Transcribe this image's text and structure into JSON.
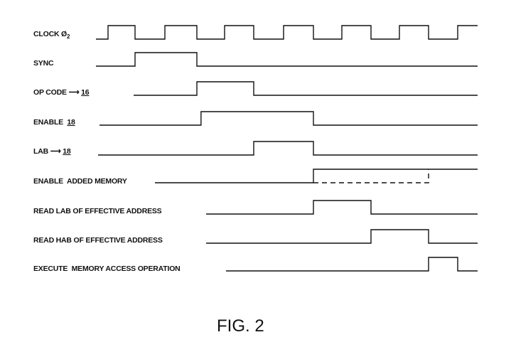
{
  "figure": {
    "caption": "FIG. 2",
    "type": "timing-diagram"
  },
  "time_axis": {
    "description": "Time marked by half-cycles of CLOCK Ø2; edges listed as half-cycle indices",
    "clock_edges": [
      0,
      1,
      2,
      3,
      4,
      5,
      6,
      7,
      8,
      9,
      10,
      11,
      12,
      13
    ]
  },
  "signals": [
    {
      "id": "clock",
      "label_parts": [
        {
          "text": "CLOCK Ø"
        },
        {
          "text": "2",
          "sub": true
        }
      ],
      "start_level": 0,
      "transitions": [
        0,
        1,
        2,
        3,
        4,
        5,
        6,
        7,
        8,
        9,
        10,
        11,
        12
      ],
      "trail_start": -1
    },
    {
      "id": "sync",
      "label_parts": [
        {
          "text": "SYNC"
        }
      ],
      "start_level": 0,
      "transitions": [
        1,
        3
      ]
    },
    {
      "id": "op-code-to-16",
      "label_parts": [
        {
          "text": "OP CODE "
        },
        {
          "text": "⟶",
          "arrow": true
        },
        {
          "text": " "
        },
        {
          "text": "16",
          "ref": true
        }
      ],
      "start_level": 0,
      "transitions": [
        3,
        5
      ]
    },
    {
      "id": "enable-18",
      "label_parts": [
        {
          "text": "ENABLE  "
        },
        {
          "text": "18",
          "ref": true
        }
      ],
      "start_level": 0,
      "transitions": [
        3.15,
        7
      ]
    },
    {
      "id": "lab-to-18",
      "label_parts": [
        {
          "text": "LAB "
        },
        {
          "text": "⟶",
          "arrow": true
        },
        {
          "text": " "
        },
        {
          "text": "18",
          "ref": true
        }
      ],
      "start_level": 0,
      "transitions": [
        5,
        7
      ]
    },
    {
      "id": "enable-added-memory",
      "label_parts": [
        {
          "text": "ENABLE  ADDED MEMORY"
        }
      ],
      "start_level": 0,
      "transitions": [
        7
      ],
      "dashed_alternative": {
        "low_from": 7,
        "rise_at": 11
      }
    },
    {
      "id": "read-lab-effective-address",
      "label_parts": [
        {
          "text": "READ LAB OF EFFECTIVE ADDRESS"
        }
      ],
      "start_level": 0,
      "transitions": [
        7,
        9
      ]
    },
    {
      "id": "read-hab-effective-address",
      "label_parts": [
        {
          "text": "READ HAB OF EFFECTIVE ADDRESS"
        }
      ],
      "start_level": 0,
      "transitions": [
        9,
        11
      ]
    },
    {
      "id": "execute-memory-access-operation",
      "label_parts": [
        {
          "text": "EXECUTE  MEMORY ACCESS OPERATION"
        }
      ],
      "start_level": 0,
      "transitions": [
        11,
        12
      ]
    }
  ]
}
